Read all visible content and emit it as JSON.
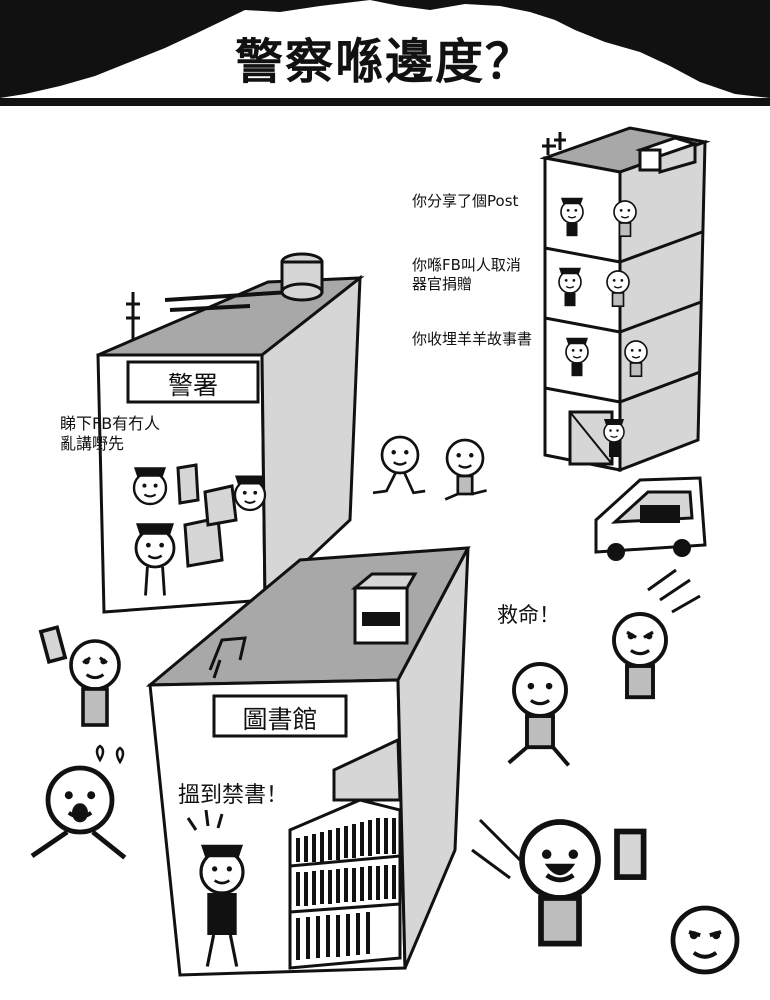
{
  "title": "警察喺邊度？",
  "signs": {
    "police_station": "警署",
    "library": "圖書館"
  },
  "captions": {
    "police_fb": "睇下FB有冇人\n亂講嘢先",
    "floor_share": "你分享了個Post",
    "floor_organ": "你喺FB叫人取消\n器官捐贈",
    "floor_sheep": "你收埋羊羊故事書",
    "library_found": "搵到禁書！",
    "help": "救命！"
  },
  "colors": {
    "ink": "#111111",
    "wall": "#d6d6d6",
    "wall_dark": "#bdbdbd",
    "roof": "#a8a8a8",
    "paper": "#ffffff"
  }
}
